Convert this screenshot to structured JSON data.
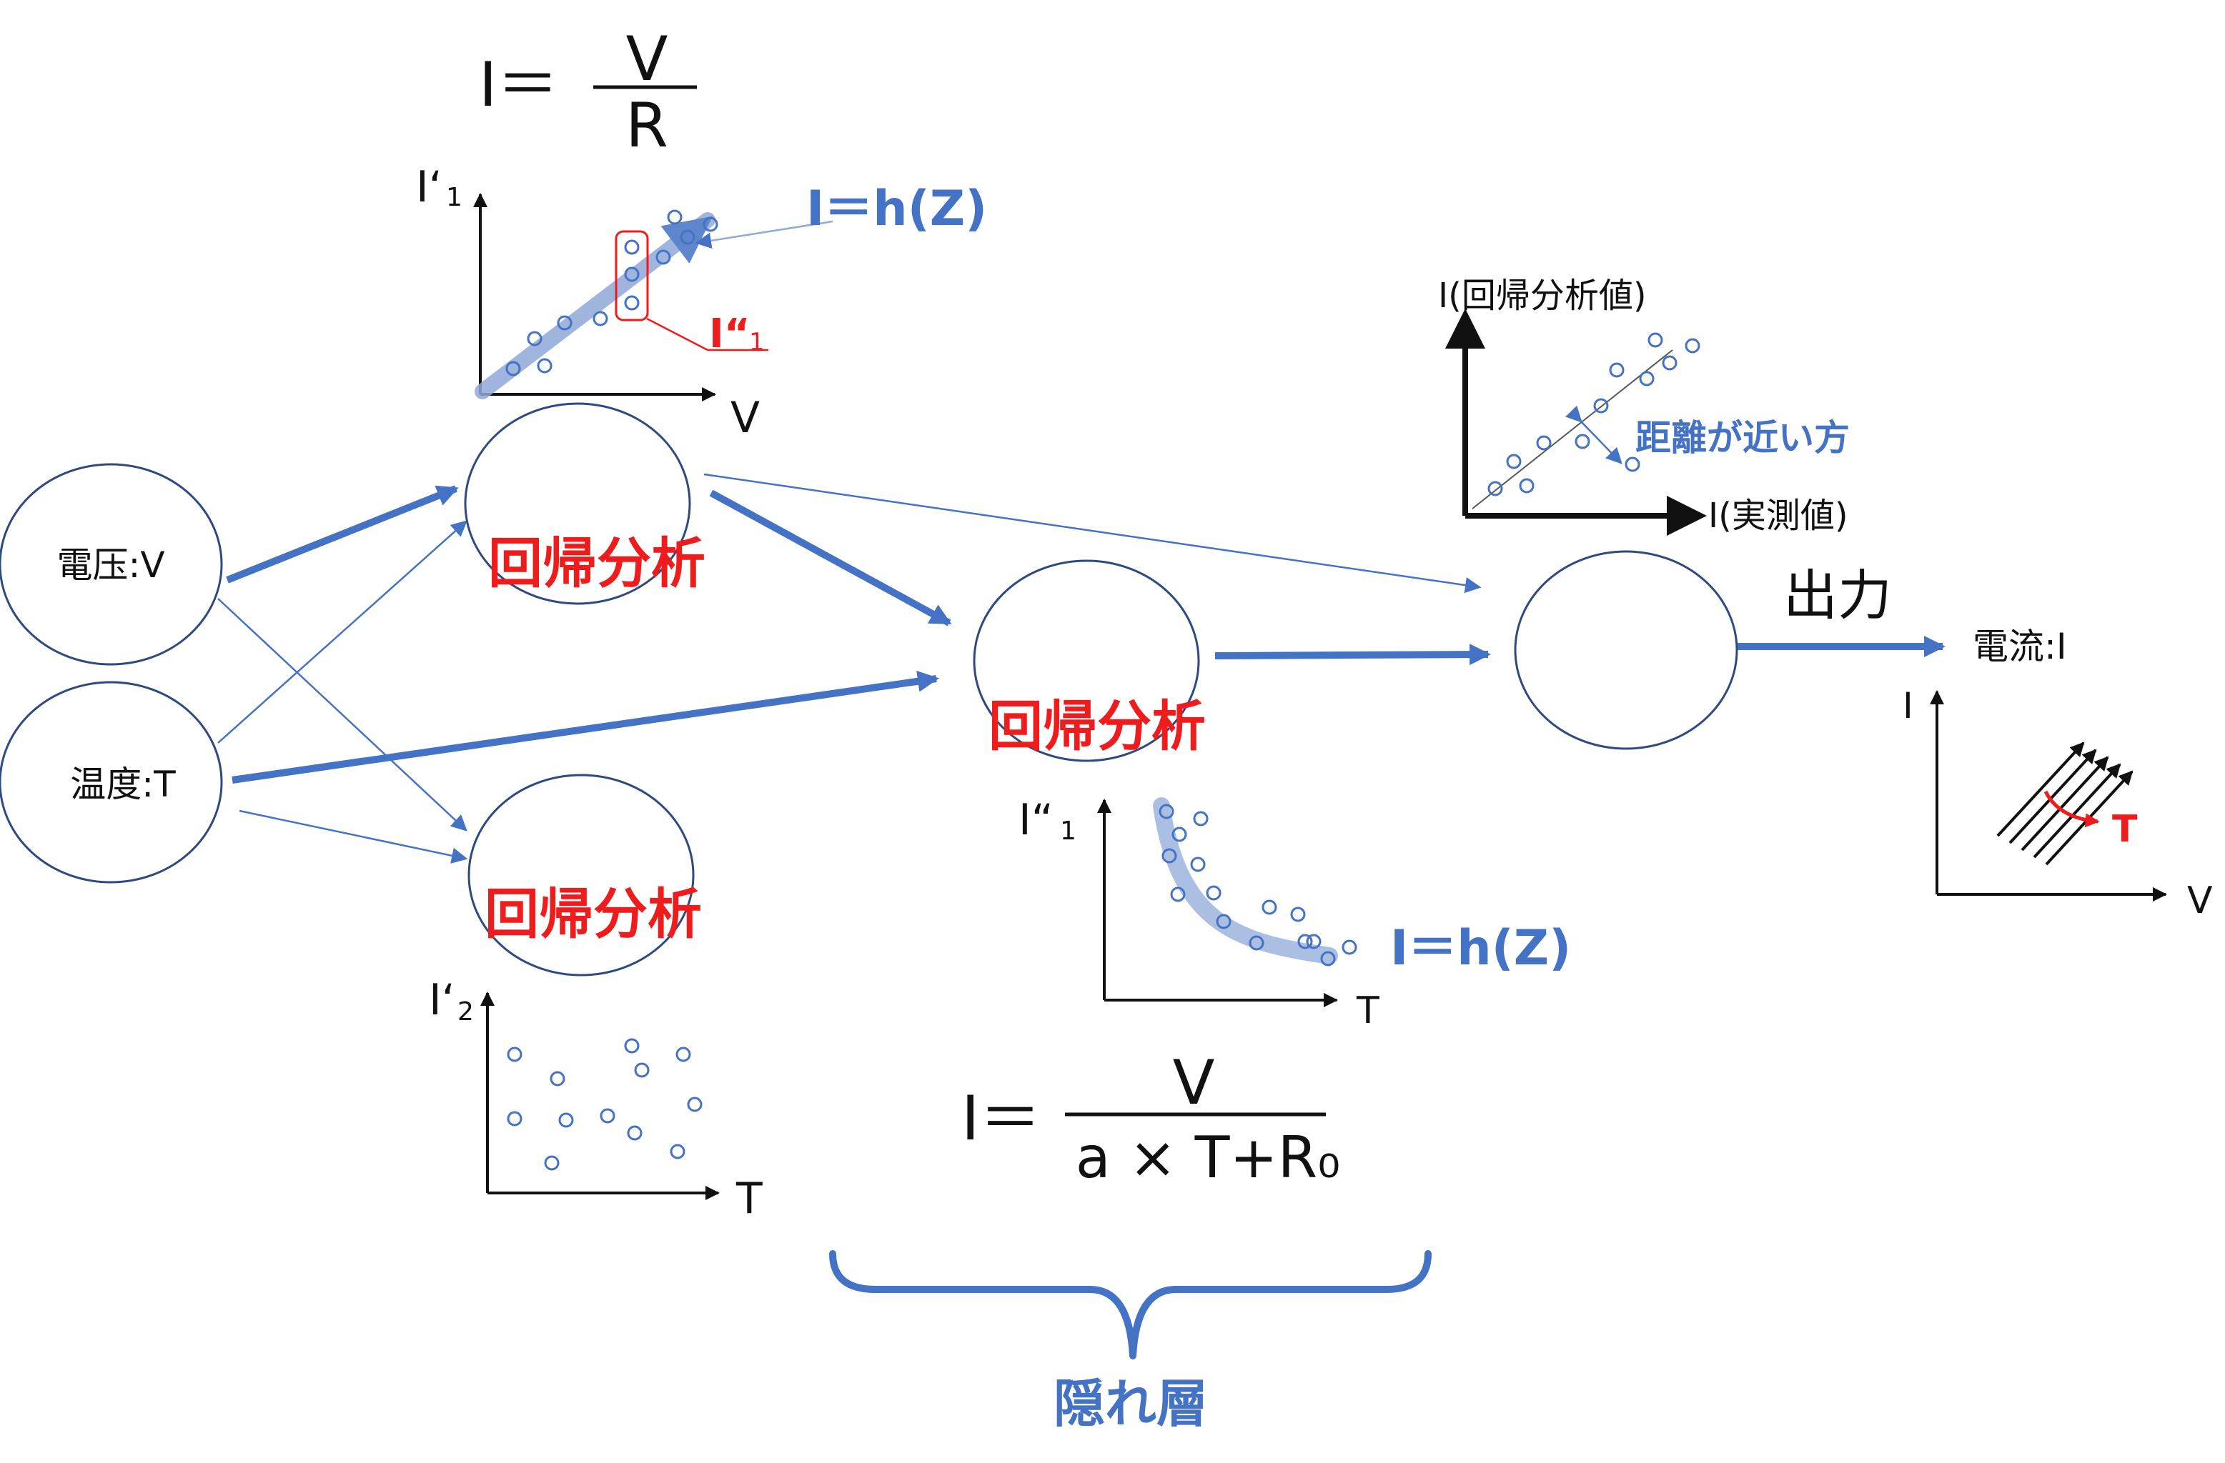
{
  "colors": {
    "accent": "#4472c4",
    "accent_light": "#8fa9d8",
    "highlight": "#ee1c1c",
    "ink": "#111111",
    "node_stroke": "#2f4a80"
  },
  "formulas": {
    "ohm": {
      "lhs": "I＝",
      "num": "V",
      "den": "R"
    },
    "hidden": {
      "lhs": "I＝",
      "num": "V",
      "den": "a × T+R₀"
    }
  },
  "inputs": {
    "voltage": "電压:V",
    "temperature": "温度:T"
  },
  "nodes": {
    "regression_label": "回帰分析",
    "output_label": "出力",
    "output_value": "電流:I"
  },
  "hidden_layer_label": "隠れ層",
  "plots": {
    "voltage": {
      "ylabel": "I‘",
      "ylabel_sub": "1",
      "xlabel": "V",
      "fit_label": "I＝h(Z)",
      "highlight_label": "I“",
      "highlight_sub": "1"
    },
    "temperature_scatter": {
      "ylabel": "I‘",
      "ylabel_sub": "2",
      "xlabel": "T"
    },
    "temperature_fit": {
      "ylabel": "I“",
      "ylabel_sub": "1",
      "xlabel": "T",
      "fit_label": "I＝h(Z)"
    },
    "evaluation": {
      "ylabel": "I(回帰分析値)",
      "xlabel": "I(実測値)",
      "note": "距離が近い方"
    },
    "output": {
      "ylabel": "I",
      "xlabel": "V",
      "param_label": "T"
    }
  }
}
